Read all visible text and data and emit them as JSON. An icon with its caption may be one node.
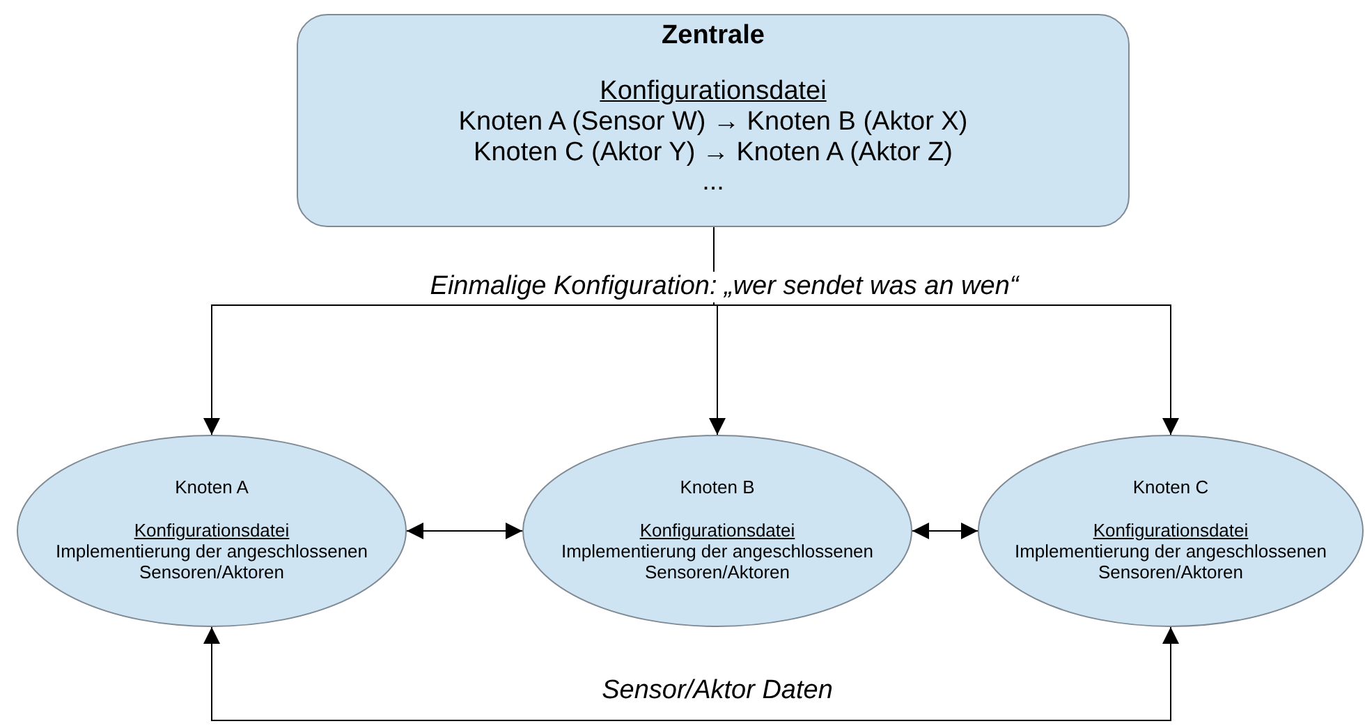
{
  "diagram": {
    "nodes": [
      {
        "text": [
          "Zentrale",
          "Konfigurationsdatei",
          "Knoten A (Sensor W) → Knoten B (Aktor X)",
          "Knoten C (Aktor Y) → Knoten A (Aktor Z)",
          "..."
        ]
      },
      {
        "text": [
          "Knoten A",
          "Konfigurationsdatei",
          "Implementierung der angeschlossenen Sensoren/Aktoren"
        ]
      },
      {
        "text": [
          "Knoten B",
          "Konfigurationsdatei",
          "Implementierung der angeschlossenen Sensoren/Aktoren"
        ]
      },
      {
        "text": [
          "Knoten C",
          "Konfigurationsdatei",
          "Implementierung der angeschlossenen Sensoren/Aktoren"
        ]
      }
    ],
    "edges": [
      {
        "from": 0,
        "to": 1,
        "arrow": "to"
      },
      {
        "from": 0,
        "to": 2,
        "arrow": "to",
        "label": "Einmalige Konfiguration: „wer sendet was an wen“"
      },
      {
        "from": 0,
        "to": 3,
        "arrow": "to"
      },
      {
        "from": 1,
        "to": 2,
        "arrow": "both"
      },
      {
        "from": 2,
        "to": 3,
        "arrow": "both"
      },
      {
        "from": 3,
        "to": 1,
        "arrow": "both",
        "label": "Sensor/Aktor Daten"
      }
    ]
  }
}
